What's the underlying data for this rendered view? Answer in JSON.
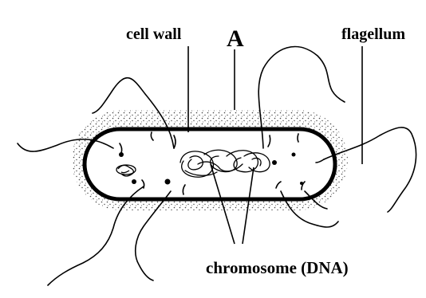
{
  "labels": {
    "cell_wall": "cell wall",
    "letter": "A",
    "flagellum": "flagellum",
    "chromosome": "chromosome (DNA)"
  },
  "colors": {
    "ink": "#000000",
    "background": "#ffffff",
    "capsule_stipple": "#444444"
  }
}
